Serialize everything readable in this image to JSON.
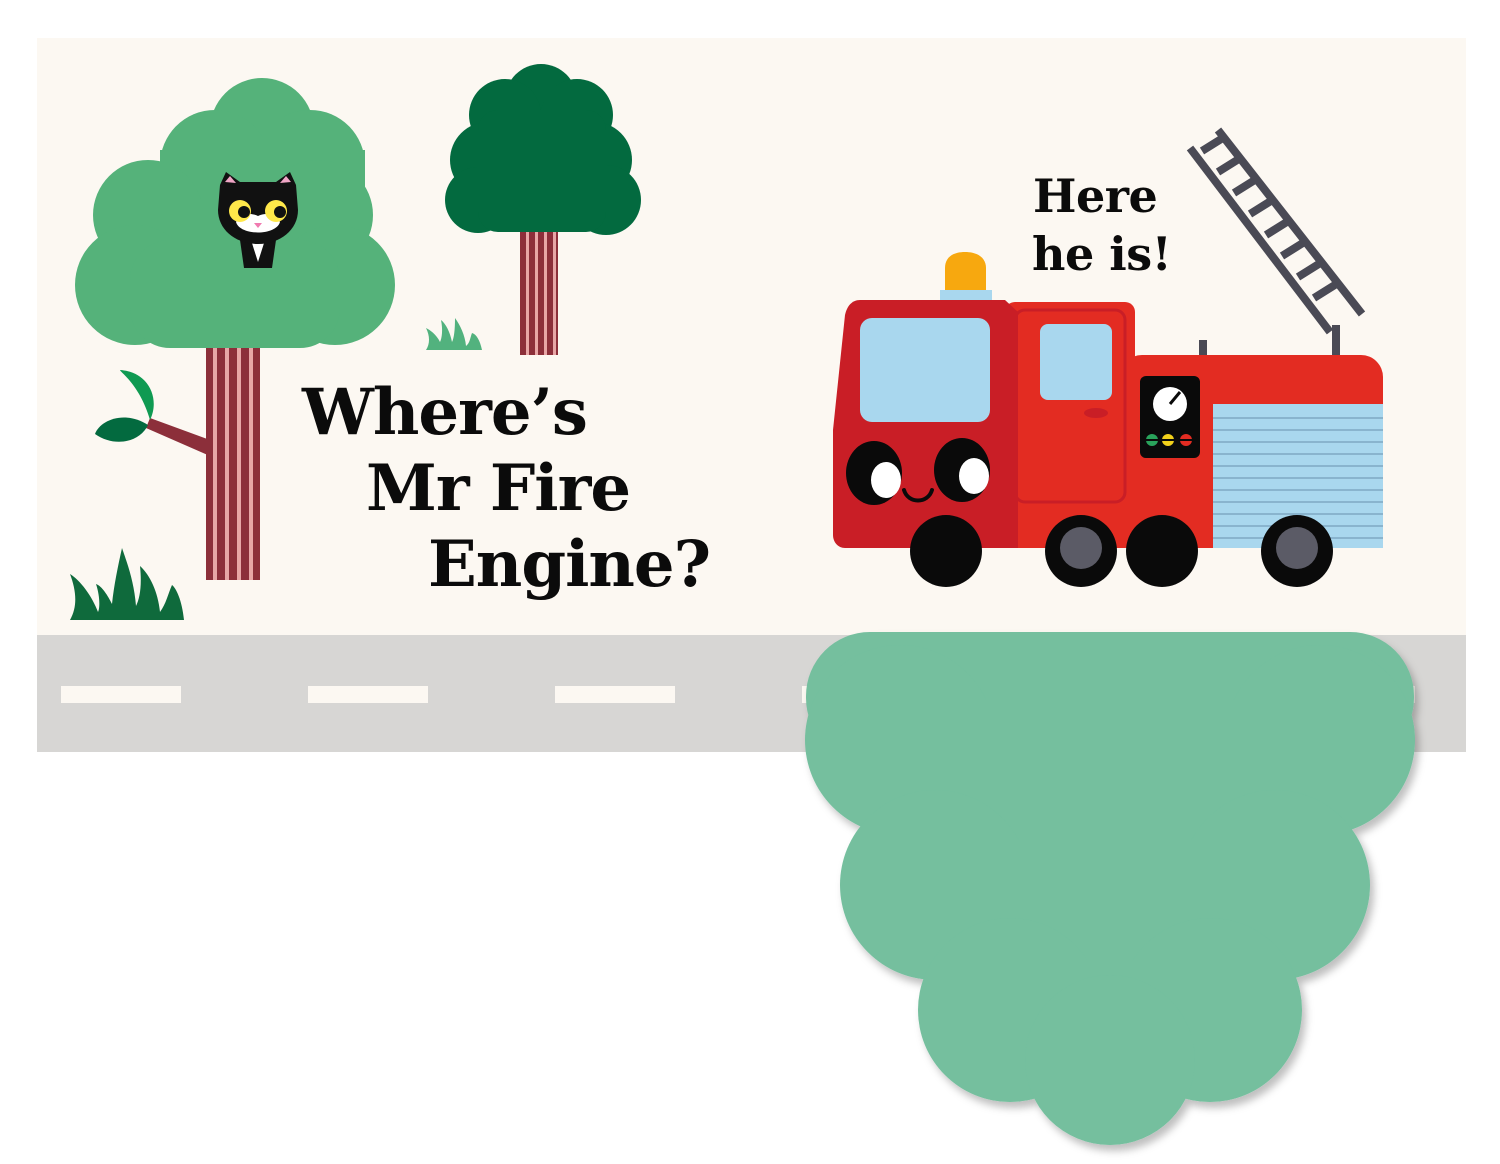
{
  "page": {
    "question_lines": [
      "Where’s",
      "Mr Fire",
      "Engine?"
    ],
    "answer_lines": [
      "Here",
      "he is!"
    ]
  },
  "colors": {
    "page_background": "#fcf8f2",
    "road": "#d7d6d4",
    "road_dash": "#fcf8f2",
    "tree_light": "#55b27a",
    "tree_dark": "#036a3f",
    "trunk": "#8c2f3a",
    "trunk_stripe": "#e7a6a6",
    "grass": "#0f6a3c",
    "grass_light": "#52b27e",
    "flap": "#74bf9e",
    "engine_red": "#e32c22",
    "engine_dark_red": "#c91e26",
    "window_blue": "#a9d7ee",
    "beacon": "#f7a80f",
    "ladder": "#4a4a55",
    "wheel": "#0a0a0a",
    "hub": "#5b5b66"
  },
  "icons": {
    "cat": "cat-face-icon",
    "fire_engine": "fire-engine-icon",
    "tree_flap": "tree-lift-flap"
  }
}
